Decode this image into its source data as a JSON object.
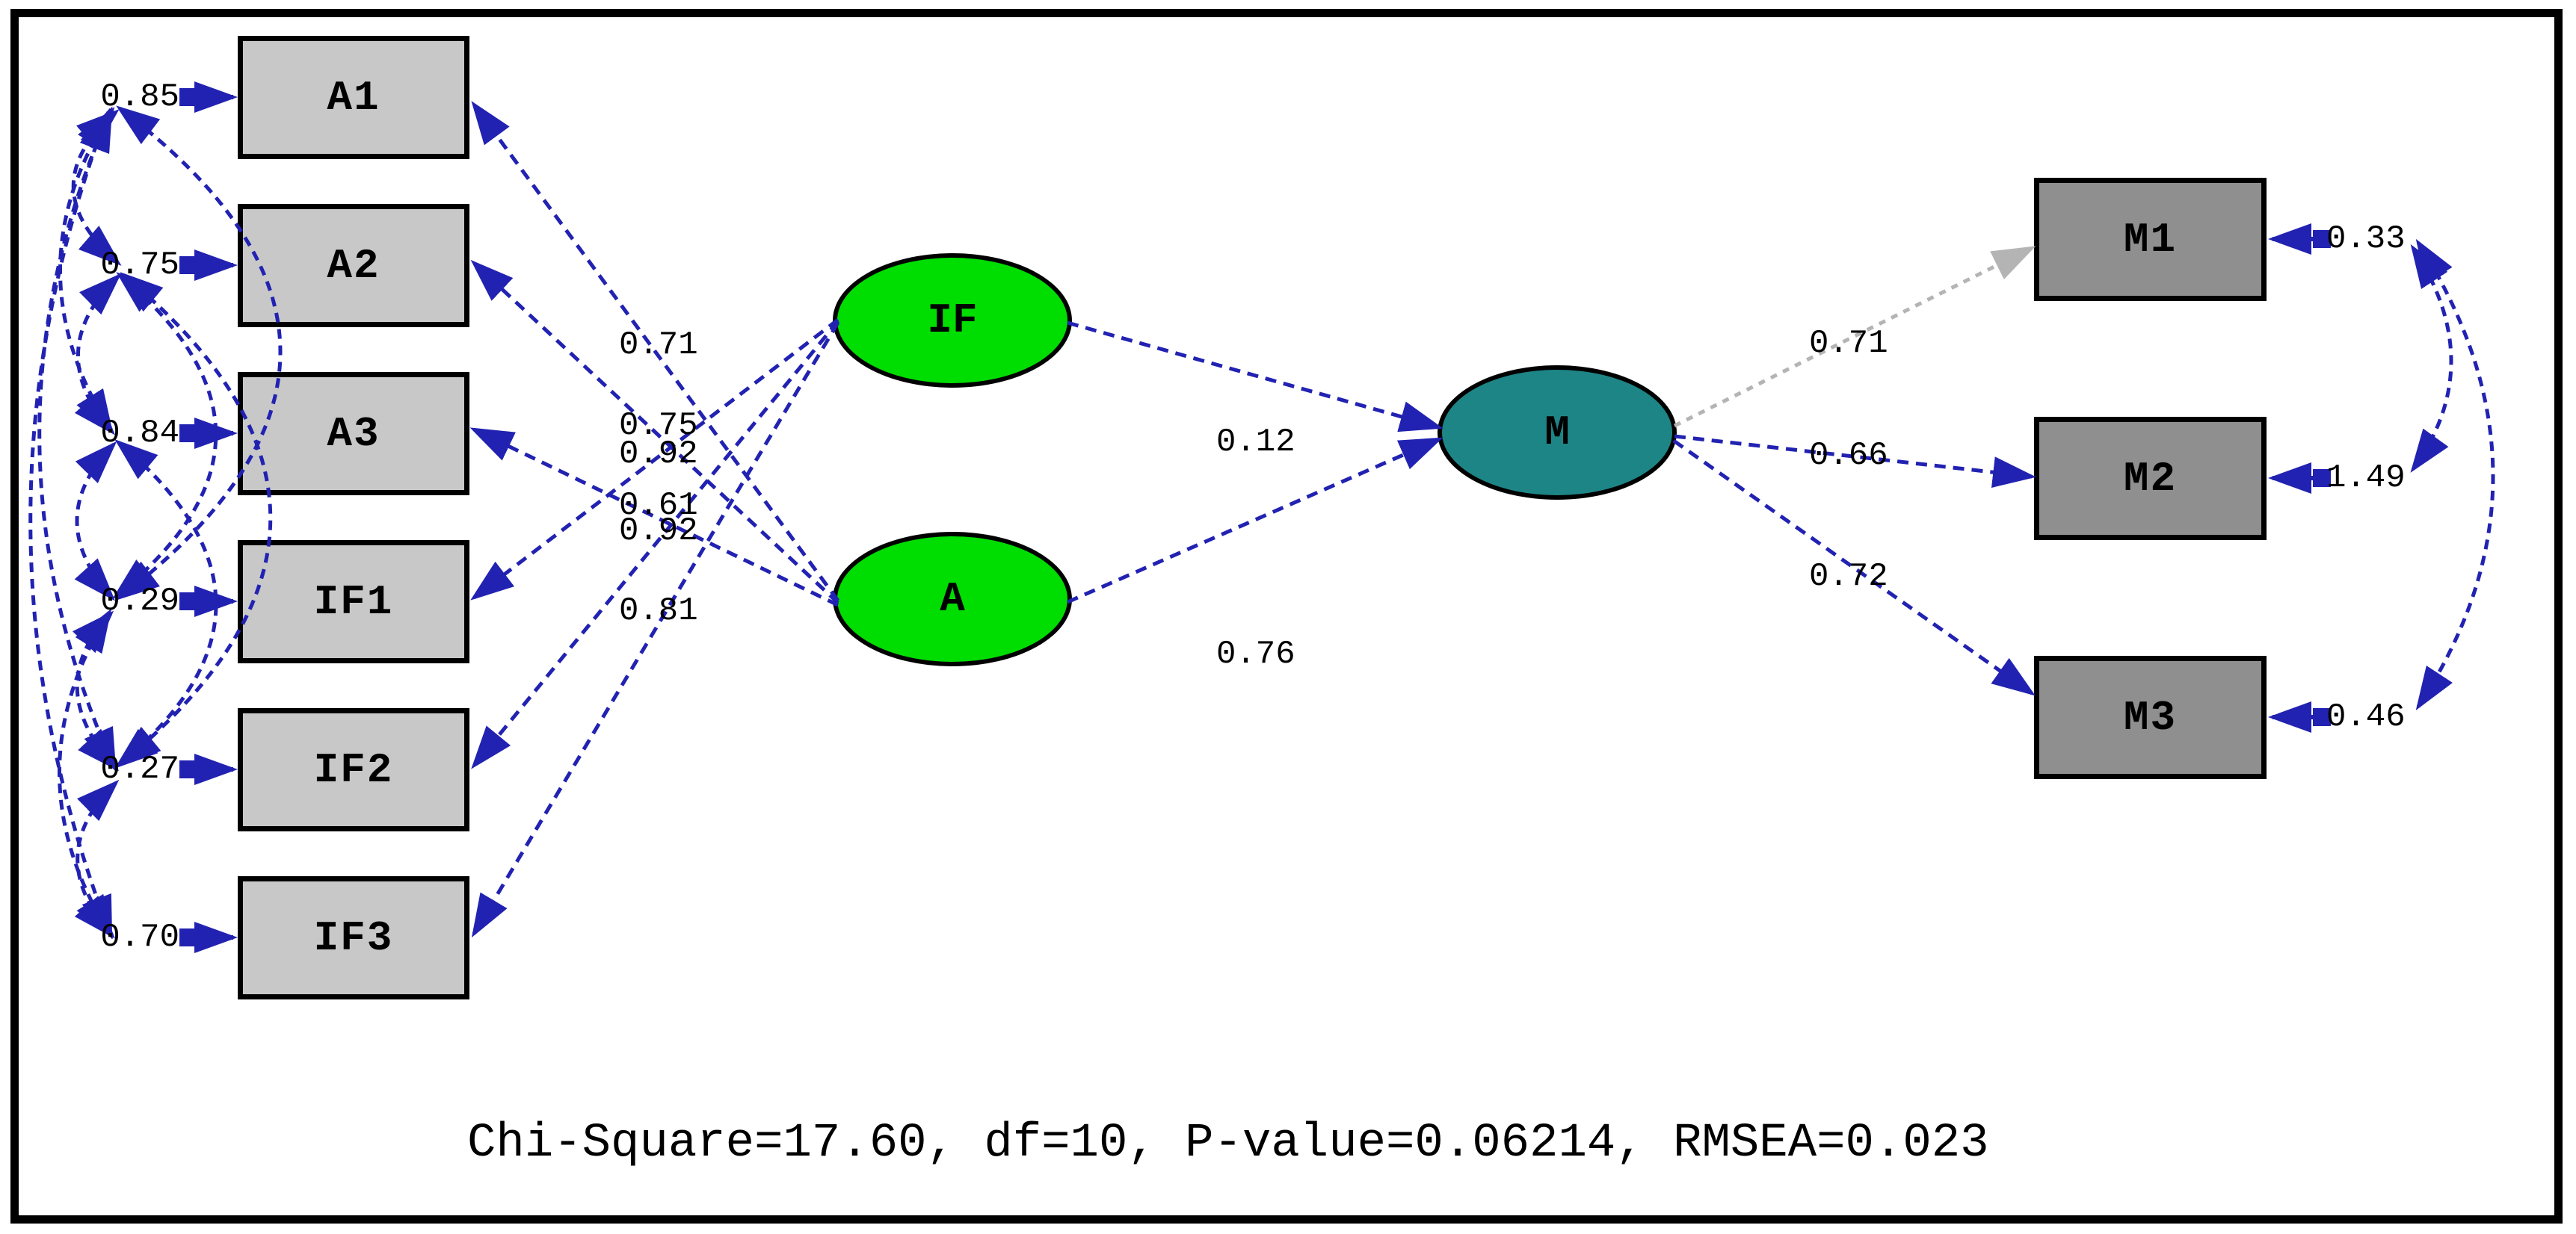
{
  "fit_text": "Chi-Square=17.60, df=10, P-value=0.06214, RMSEA=0.023",
  "observed_left": [
    {
      "label": "A1",
      "error": "0.85"
    },
    {
      "label": "A2",
      "error": "0.75"
    },
    {
      "label": "A3",
      "error": "0.84"
    },
    {
      "label": "IF1",
      "error": "0.29"
    },
    {
      "label": "IF2",
      "error": "0.27"
    },
    {
      "label": "IF3",
      "error": "0.70"
    }
  ],
  "observed_right": [
    {
      "label": "M1",
      "error": "0.33"
    },
    {
      "label": "M2",
      "error": "1.49"
    },
    {
      "label": "M3",
      "error": "0.46"
    }
  ],
  "latent": [
    {
      "label": "IF"
    },
    {
      "label": "A"
    },
    {
      "label": "M"
    }
  ],
  "loadings_left": [
    {
      "from": "A",
      "to": "A1",
      "value": "0.71"
    },
    {
      "from": "A",
      "to": "A2",
      "value": "0.75"
    },
    {
      "from": "IF",
      "to": "IF1",
      "value": "0.92"
    },
    {
      "from": "A",
      "to": "A3",
      "value": "0.61"
    },
    {
      "from": "IF",
      "to": "IF2",
      "value": "0.92"
    },
    {
      "from": "IF",
      "to": "IF3",
      "value": "0.81"
    }
  ],
  "structural_paths": [
    {
      "from": "IF",
      "to": "M",
      "value": "0.12"
    },
    {
      "from": "A",
      "to": "M",
      "value": "0.76"
    }
  ],
  "loadings_right": [
    {
      "from": "M",
      "to": "M1",
      "value": "0.71",
      "style": "fixed-gray"
    },
    {
      "from": "M",
      "to": "M2",
      "value": "0.66",
      "style": "blue"
    },
    {
      "from": "M",
      "to": "M3",
      "value": "0.72",
      "style": "blue"
    }
  ],
  "colors": {
    "path_blue": "#2222b2",
    "fixed_path_gray": "#b4b4b4",
    "latent_green": "#00dd00",
    "latent_teal": "#1e8586",
    "observed_light_gray": "#c8c8c8",
    "observed_dark_gray": "#8f8f8f"
  }
}
